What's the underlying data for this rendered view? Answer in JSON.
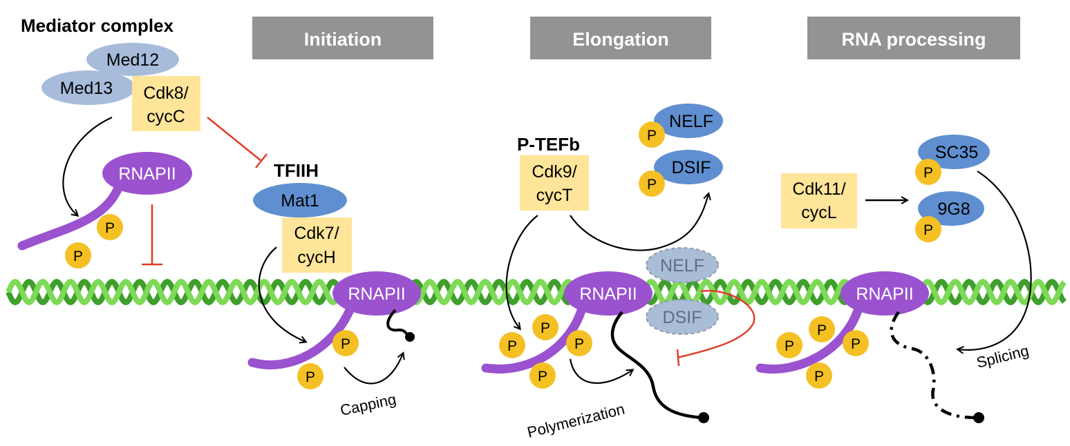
{
  "colors": {
    "header_bg": "#939393",
    "rnapii": "#9a52cf",
    "kinase_box": "#ffe599",
    "med_subunit": "#a7bcdb",
    "factor_blue": "#5f8fd0",
    "faded_factor": "#a9bdd6",
    "phospho": "#f4c023",
    "dna_light": "#7ed957",
    "dna_dark": "#3f9f2c",
    "inhibition": "#e03c28",
    "arrow": "#000000"
  },
  "stages": [
    {
      "label": "Initiation"
    },
    {
      "label": "Elongation"
    },
    {
      "label": "RNA processing"
    }
  ],
  "mediator": {
    "title": "Mediator complex",
    "med12": "Med12",
    "med13": "Med13",
    "kinase_line1": "Cdk8/",
    "kinase_line2": "cycC"
  },
  "tfiih": {
    "title": "TFIIH",
    "mat1": "Mat1",
    "kinase_line1": "Cdk7/",
    "kinase_line2": "cycH"
  },
  "ptefb": {
    "title": "P-TEFb",
    "kinase_line1": "Cdk9/",
    "kinase_line2": "cycT"
  },
  "processing_kinase": {
    "line1": "Cdk11/",
    "line2": "cycL"
  },
  "factors": {
    "nelf": "NELF",
    "dsif": "DSIF",
    "sc35": "SC35",
    "g9g8": "9G8",
    "nelf_bound": "NELF",
    "dsif_bound": "DSIF"
  },
  "polymerase_label": "RNAPII",
  "phospho_label": "P",
  "annotations": {
    "capping": "Capping",
    "polymerization": "Polymerization",
    "splicing": "Splicing"
  }
}
